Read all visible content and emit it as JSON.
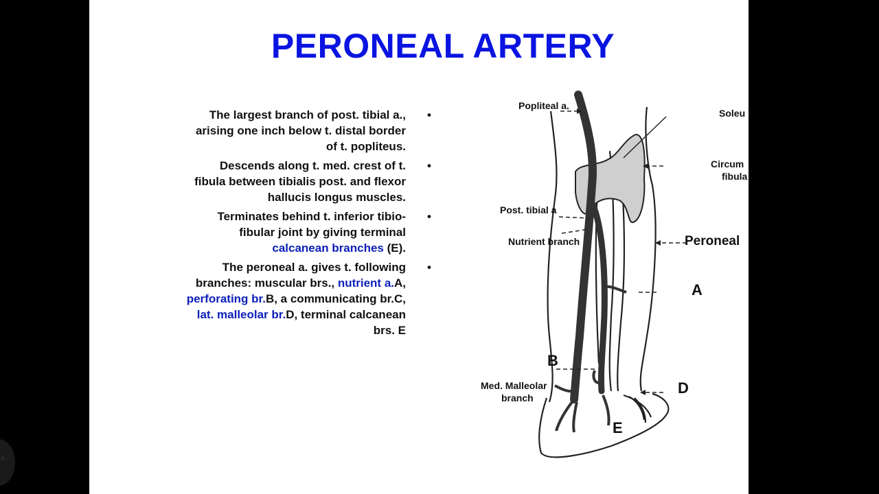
{
  "slide": {
    "title": "PERONEAL ARTERY",
    "bullets": [
      {
        "bullet": "•",
        "parts": [
          {
            "text": "The largest branch of post. tibial a., arising one inch below t. distal border of t. popliteus.",
            "hl": false
          }
        ]
      },
      {
        "bullet": "•",
        "parts": [
          {
            "text": "Descends along t. med. crest of t. fibula between tibialis post. and flexor hallucis longus muscles.",
            "hl": false
          }
        ]
      },
      {
        "bullet": "•",
        "parts": [
          {
            "text": "Terminates behind t. inferior tibio-fibular joint by giving terminal ",
            "hl": false
          },
          {
            "text": "calcanean branches",
            "hl": true
          },
          {
            "text": " (E).",
            "hl": false
          }
        ]
      },
      {
        "bullet": "•",
        "parts": [
          {
            "text": "The peroneal a. gives t. following branches: muscular brs., ",
            "hl": false
          },
          {
            "text": "nutrient a.",
            "hl": true
          },
          {
            "text": "A, ",
            "hl": false
          },
          {
            "text": "perforating br.",
            "hl": true
          },
          {
            "text": "B, a communicating br.C, ",
            "hl": false
          },
          {
            "text": "lat. malleolar br.",
            "hl": true
          },
          {
            "text": "D, terminal calcanean brs. E",
            "hl": false
          }
        ]
      }
    ]
  },
  "diagram": {
    "labels": {
      "popliteal": "Popliteal a.",
      "soleus": "Soleu",
      "circum": "Circum",
      "fibula": "fibula",
      "post_tibial": "Post. tibial a",
      "nutrient": "Nutrient branch",
      "peroneal": "Peroneal",
      "a": "A",
      "b": "B",
      "med_malleolar": "Med. Malleolar",
      "branch": "branch",
      "d": "D",
      "e": "E"
    }
  },
  "colors": {
    "title": "#0a14e0",
    "highlight": "#0b1fb8",
    "slide_bg": "#ffffff",
    "page_bg": "#000000"
  }
}
